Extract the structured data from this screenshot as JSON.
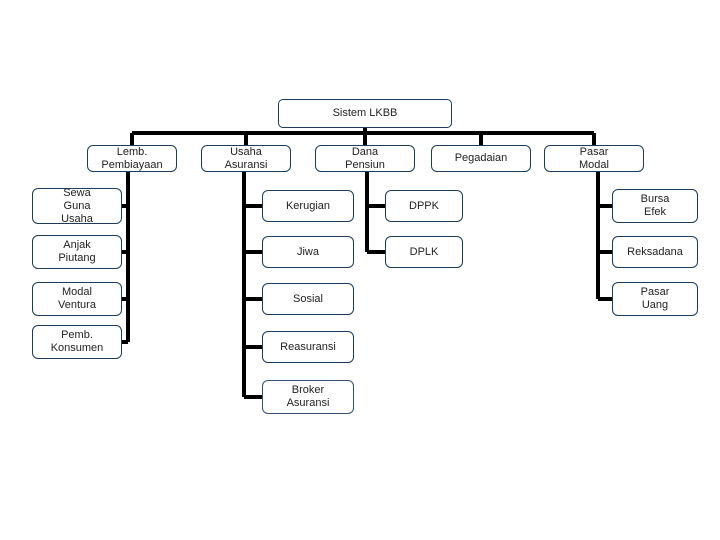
{
  "diagram": {
    "root": "Sistem LKBB",
    "branches": [
      {
        "label": "Lemb.\nPembiayaan",
        "children": [
          "Sewa\nGuna\nUsaha",
          "Anjak\nPiutang",
          "Modal\nVentura",
          "Pemb.\nKonsumen"
        ]
      },
      {
        "label": "Usaha\nAsuransi",
        "children": [
          "Kerugian",
          "Jiwa",
          "Sosial",
          "Reasuransi",
          "Broker\nAsuransi"
        ]
      },
      {
        "label": "Dana\nPensiun",
        "children": [
          "DPPK",
          "DPLK"
        ]
      },
      {
        "label": "Pegadaian",
        "children": []
      },
      {
        "label": "Pasar\nModal",
        "children": [
          "Bursa\nEfek",
          "Reksadana",
          "Pasar\nUang"
        ]
      }
    ]
  },
  "colors": {
    "border": "#1f3b5a",
    "connector": "#000000",
    "text": "#222222"
  }
}
